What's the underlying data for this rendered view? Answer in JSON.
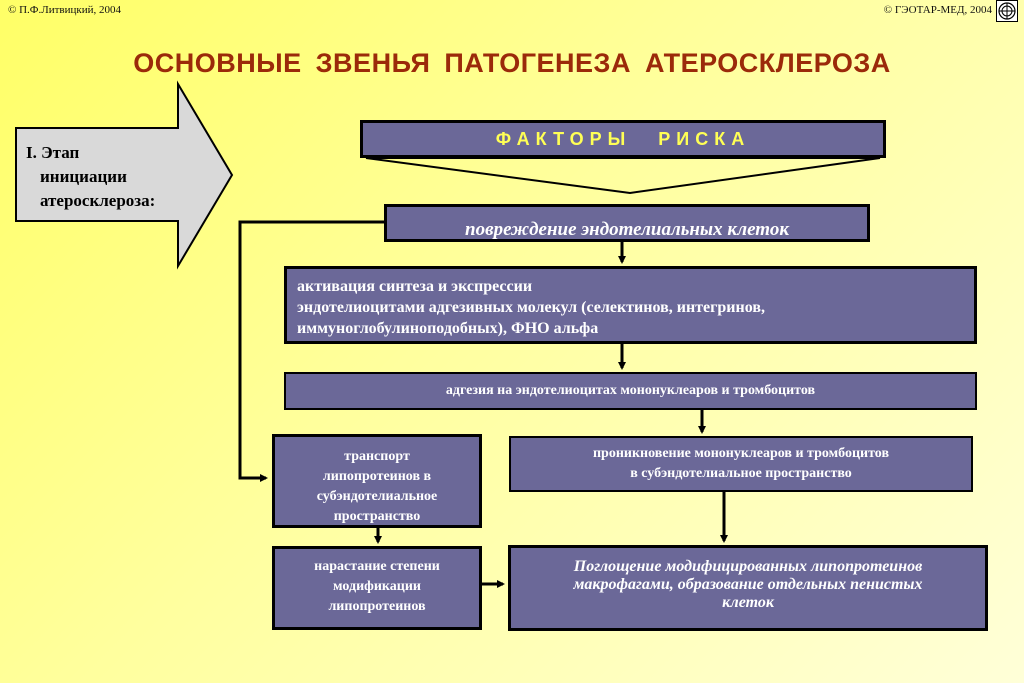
{
  "header": {
    "copyright_left": "© П.Ф.Литвицкий, 2004",
    "copyright_right": "© ГЭОТАР-МЕД, 2004",
    "logo_icon": "publisher-logo-icon"
  },
  "title": "ОСНОВНЫЕ  ЗВЕНЬЯ  ПАТОГЕНЕЗА  АТЕРОСКЛЕРОЗА",
  "stage": {
    "line1": "I. Этап",
    "line2": "инициации",
    "line3": "атеросклероза:"
  },
  "boxes": {
    "risk_factors": "ФАКТОРЫ  РИСКА",
    "endothelial_damage": "повреждение  эндотелиальных  клеток",
    "activation": {
      "line1": "активация синтеза и экспрессии",
      "line2": "эндотелиоцитами адгезивных молекул (селектинов, интегринов,",
      "line3": "иммуноглобулиноподобных),  ФНО альфа"
    },
    "adhesion": "адгезия на эндотелиоцитах мононуклеаров и тромбоцитов",
    "transport": {
      "line1": "транспорт",
      "line2": "липопротеинов в",
      "line3": "субэндотелиальное",
      "line4": "пространство"
    },
    "penetration": {
      "line1": "проникновение мононуклеаров и тромбоцитов",
      "line2": "в субэндотелиальное пространство"
    },
    "modification": {
      "line1": "нарастание степени",
      "line2": "модификации",
      "line3": "липопротеинов"
    },
    "uptake": {
      "line1": "Поглощение модифицированных  липопротеинов",
      "line2": "макрофагами, образование отдельных пенистых",
      "line3": "клеток"
    }
  },
  "colors": {
    "box_fill": "#6b6898",
    "title": "#9b2a0a",
    "risk_text": "#ffff55",
    "arrow_fill": "#d9d9d9"
  }
}
